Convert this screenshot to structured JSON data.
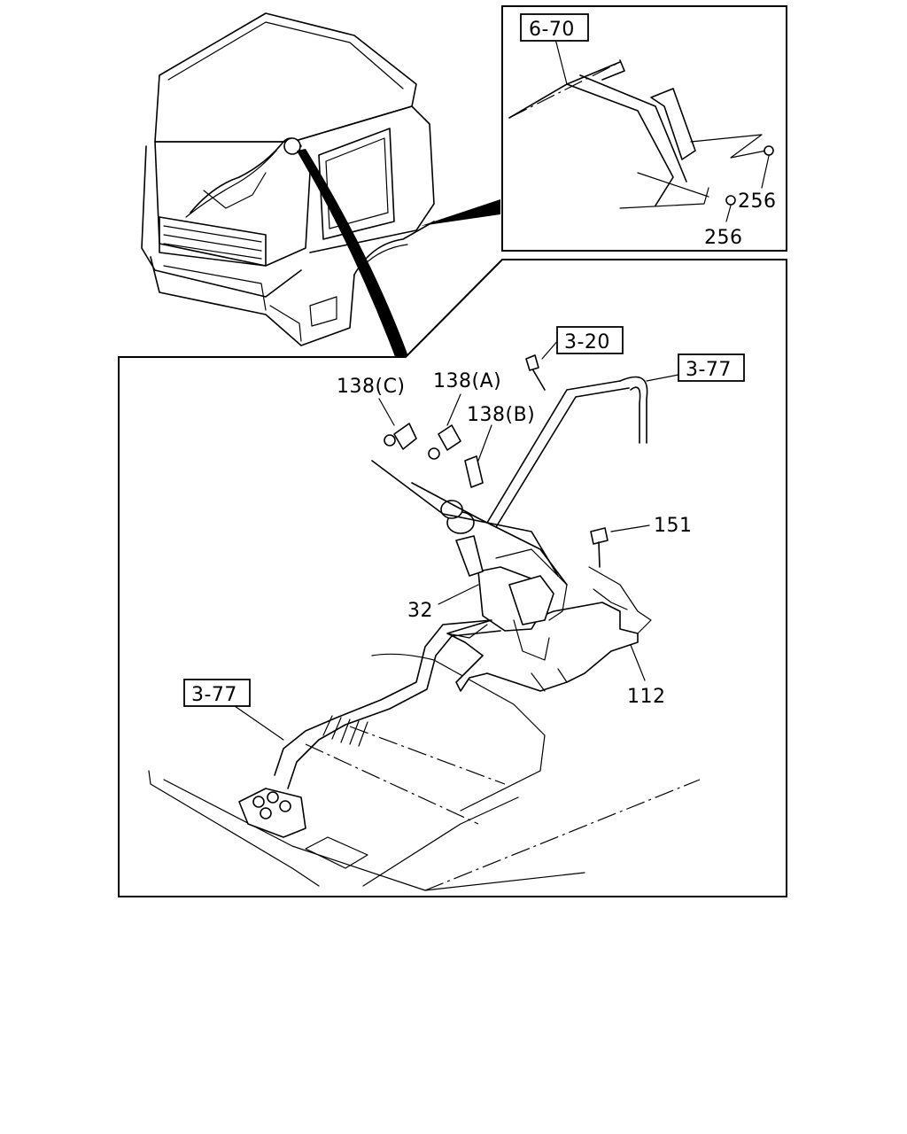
{
  "labels": {
    "ref_6_70": "6-70",
    "ref_3_20": "3-20",
    "ref_3_77_top": "3-77",
    "ref_3_77_bottom": "3-77",
    "part_138c": "138(C)",
    "part_138a": "138(A)",
    "part_138b": "138(B)",
    "part_151": "151",
    "part_32": "32",
    "part_112": "112",
    "part_256_a": "256",
    "part_256_b": "256"
  }
}
